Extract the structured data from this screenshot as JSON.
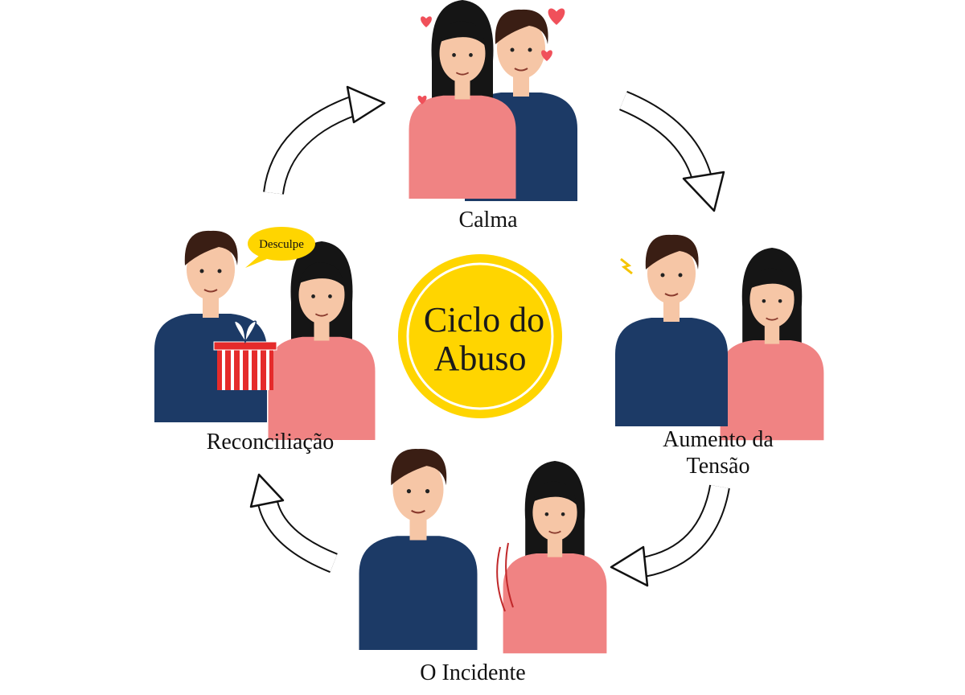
{
  "title": [
    "Ciclo do",
    "Abuso"
  ],
  "stages": {
    "calm": "Calma",
    "tension": [
      "Aumento da",
      "Tensão"
    ],
    "incident": "O Incidente",
    "reconciliation": "Reconciliação"
  },
  "speech_bubble": "Desculpe",
  "colors": {
    "center_yellow": "#FFD500",
    "navy": "#1C3A66",
    "pink": "#F08383",
    "skin": "#F6C6A6",
    "hair_man": "#3A1E14",
    "hair_woman": "#151515",
    "heart": "#F0505A",
    "gift": "#E52B2B"
  }
}
